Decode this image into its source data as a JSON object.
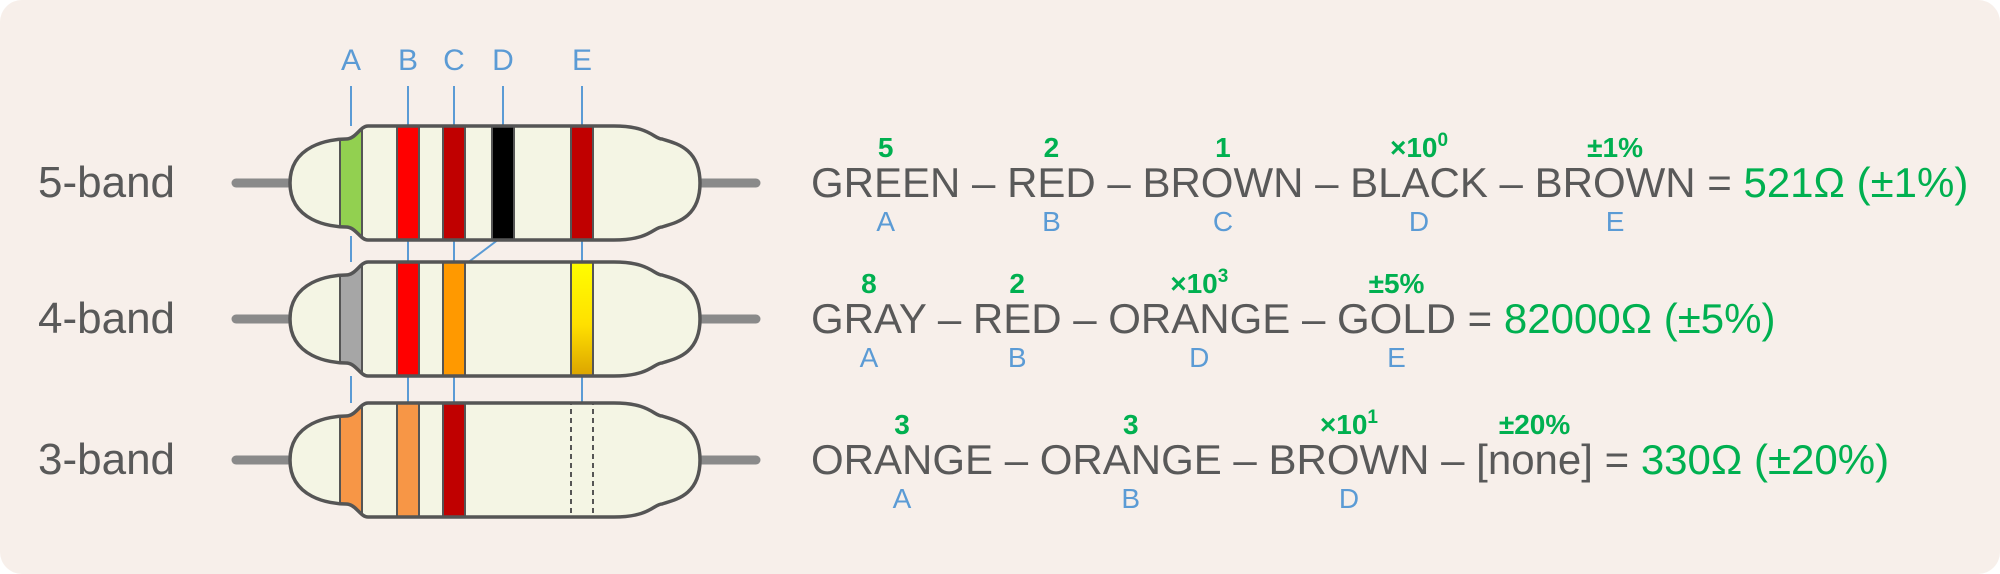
{
  "colors": {
    "background": "#f7efea",
    "band_letter": "#5b9bd5",
    "value_green": "#00b050",
    "text_gray": "#595959",
    "body_fill": "#f4f5e4",
    "outline": "#555555",
    "lead": "#8a8a8a"
  },
  "letters_top": [
    "A",
    "B",
    "C",
    "D",
    "E"
  ],
  "rows": [
    {
      "label": "5-band",
      "bands": [
        {
          "color": "#92d050"
        },
        {
          "color": "#ff0000"
        },
        {
          "color": "#c00000"
        },
        {
          "color": "#000000"
        },
        {
          "color": "#c00000"
        }
      ],
      "terms": [
        {
          "top": "5",
          "name": "GREEN",
          "letter": "A"
        },
        {
          "top": "2",
          "name": "RED",
          "letter": "B"
        },
        {
          "top": "1",
          "name": "BROWN",
          "letter": "C"
        },
        {
          "top": "×10",
          "sup": "0",
          "name": "BLACK",
          "letter": "D"
        },
        {
          "top": "±1%",
          "name": "BROWN",
          "letter": "E"
        }
      ],
      "separator": "–",
      "equals": "=",
      "result": "521Ω (±1%)"
    },
    {
      "label": "4-band",
      "bands": [
        {
          "color": "#a6a6a6"
        },
        {
          "color": "#ff0000"
        },
        {
          "color": "#ff9900"
        },
        {
          "color": "gold"
        }
      ],
      "terms": [
        {
          "top": "8",
          "name": "GRAY",
          "letter": "A"
        },
        {
          "top": "2",
          "name": "RED",
          "letter": "B"
        },
        {
          "top": "×10",
          "sup": "3",
          "name": "ORANGE",
          "letter": "D"
        },
        {
          "top": "±5%",
          "name": "GOLD",
          "letter": "E"
        }
      ],
      "separator": "–",
      "equals": "=",
      "result": "82000Ω (±5%)"
    },
    {
      "label": "3-band",
      "bands": [
        {
          "color": "#f79646"
        },
        {
          "color": "#f79646"
        },
        {
          "color": "#c00000"
        },
        {
          "color": "none"
        }
      ],
      "terms": [
        {
          "top": "3",
          "name": "ORANGE",
          "letter": "A"
        },
        {
          "top": "3",
          "name": "ORANGE",
          "letter": "B"
        },
        {
          "top": "×10",
          "sup": "1",
          "name": "BROWN",
          "letter": "D"
        },
        {
          "top": "±20%",
          "name": "[none]",
          "letter": ""
        }
      ],
      "separator": "–",
      "equals": "=",
      "result": "330Ω (±20%)"
    }
  ]
}
